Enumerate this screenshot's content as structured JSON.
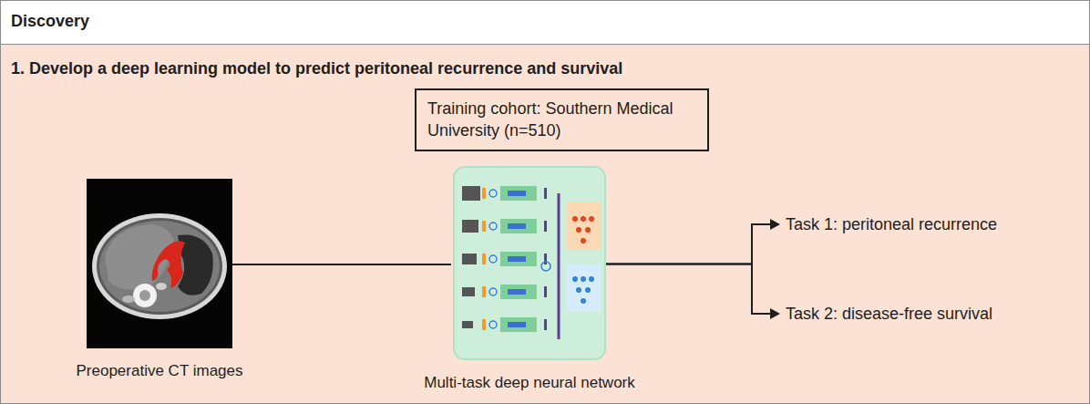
{
  "diagram": {
    "title": "Discovery",
    "nodes": [
      {
        "text": [
          "1. Develop a deep learning model to predict peritoneal recurrence and survival"
        ]
      },
      {
        "text": [
          "Training cohort: Southern Medical University (n=510)"
        ],
        "in": 0
      },
      {
        "text": [
          "Preoperative CT images"
        ],
        "in": 0
      },
      {
        "text": [
          "Multi-task deep neural network"
        ],
        "in": 0
      },
      {
        "text": [
          "Task 1: peritoneal recurrence"
        ],
        "in": 0
      },
      {
        "text": [
          "Task 2: disease-free survival"
        ],
        "in": 0
      }
    ],
    "edges": [
      {
        "from": 2,
        "to": 3,
        "arrow": "none"
      },
      {
        "from": 3,
        "to": 4,
        "arrow": "to"
      },
      {
        "from": 3,
        "to": 5,
        "arrow": "to"
      }
    ]
  }
}
